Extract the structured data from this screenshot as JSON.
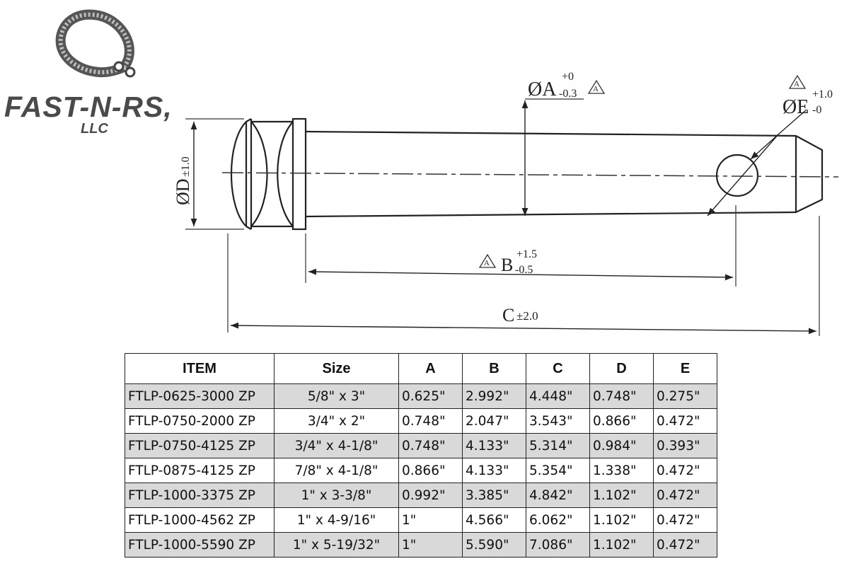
{
  "logo": {
    "name": "FAST-N-RS,",
    "suffix": "LLC",
    "icon": "snap-ring-icon"
  },
  "drawing": {
    "dim_a": {
      "label": "ØA",
      "upper_tol": "+0",
      "lower_tol": "-0.3",
      "marker": "A"
    },
    "dim_b": {
      "label": "B",
      "upper_tol": "+1.5",
      "lower_tol": "-0.5",
      "marker": "A"
    },
    "dim_c": {
      "label": "C",
      "tol": "±2.0"
    },
    "dim_d": {
      "label": "ØD",
      "tol": "±1.0"
    },
    "dim_e": {
      "label": "ØE",
      "upper_tol": "+1.0",
      "lower_tol": "-0",
      "marker": "A"
    }
  },
  "table": {
    "headers": [
      "ITEM",
      "Size",
      "A",
      "B",
      "C",
      "D",
      "E"
    ],
    "rows": [
      [
        "FTLP-0625-3000 ZP",
        "5/8\" x 3\"",
        "0.625\"",
        "2.992\"",
        "4.448\"",
        "0.748\"",
        "0.275\""
      ],
      [
        "FTLP-0750-2000 ZP",
        "3/4\" x 2\"",
        "0.748\"",
        "2.047\"",
        "3.543\"",
        "0.866\"",
        "0.472\""
      ],
      [
        "FTLP-0750-4125 ZP",
        "3/4\" x 4-1/8\"",
        "0.748\"",
        "4.133\"",
        "5.314\"",
        "0.984\"",
        "0.393\""
      ],
      [
        "FTLP-0875-4125 ZP",
        "7/8\" x 4-1/8\"",
        "0.866\"",
        "4.133\"",
        "5.354\"",
        "1.338\"",
        "0.472\""
      ],
      [
        "FTLP-1000-3375 ZP",
        "1\" x 3-3/8\"",
        "0.992\"",
        "3.385\"",
        "4.842\"",
        "1.102\"",
        "0.472\""
      ],
      [
        "FTLP-1000-4562 ZP",
        "1\" x 4-9/16\"",
        "1\"",
        "4.566\"",
        "6.062\"",
        "1.102\"",
        "0.472\""
      ],
      [
        "FTLP-1000-5590 ZP",
        "1\" x 5-19/32\"",
        "1\"",
        "5.590\"",
        "7.086\"",
        "1.102\"",
        "0.472\""
      ]
    ]
  }
}
